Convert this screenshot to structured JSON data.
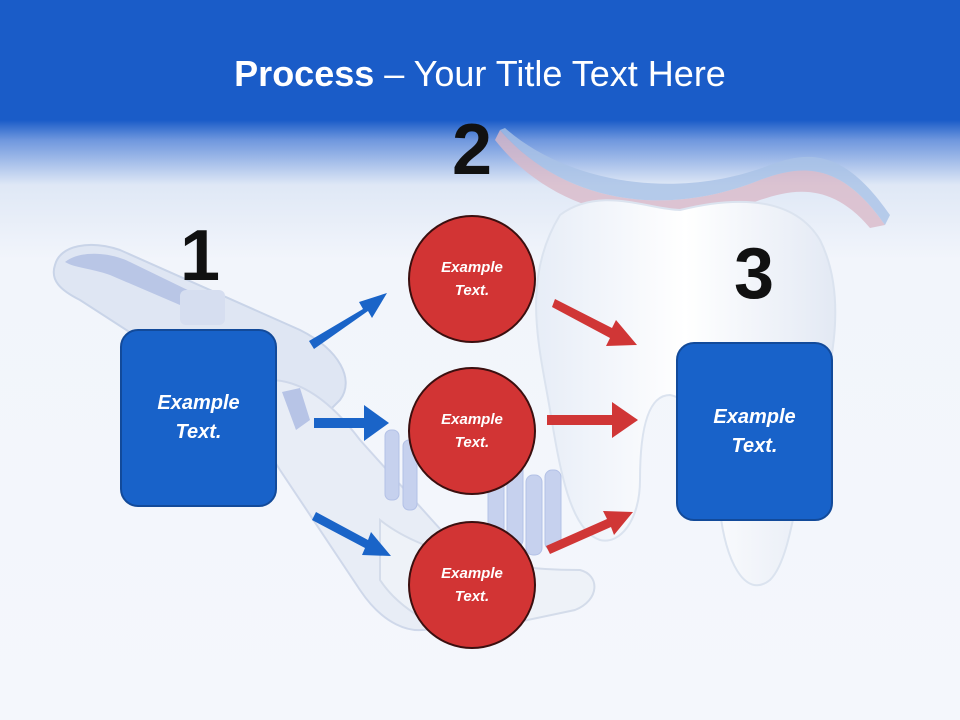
{
  "slide": {
    "title_bold": "Process",
    "title_rest": " – Your Title Text Here"
  },
  "steps": {
    "one": "1",
    "two": "2",
    "three": "3"
  },
  "left_box": {
    "text": "Example\nText."
  },
  "circles": [
    {
      "text": "Example\nText."
    },
    {
      "text": "Example\nText."
    },
    {
      "text": "Example\nText."
    }
  ],
  "right_box": {
    "text": "Example\nText."
  },
  "colors": {
    "header_blue": "#1a5cc8",
    "box_blue": "#1862c9",
    "circle_red": "#d23434",
    "arrow_blue": "#1a64c8",
    "arrow_red": "#d03636"
  }
}
